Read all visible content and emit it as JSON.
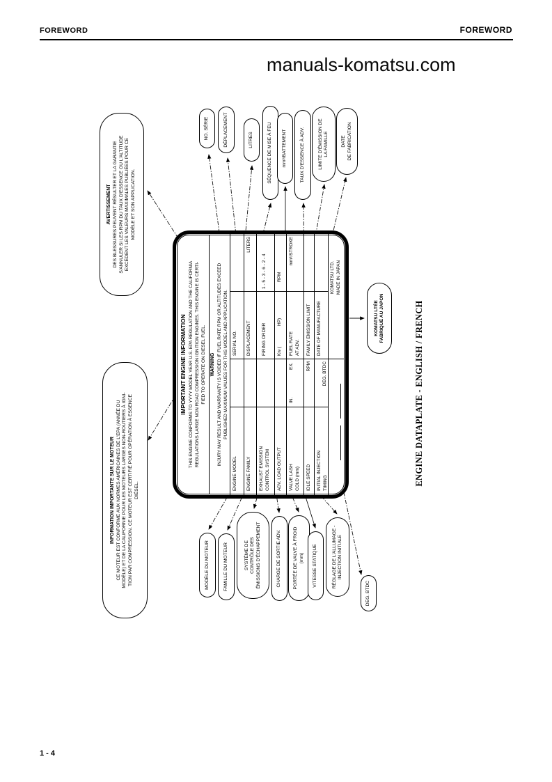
{
  "page": {
    "header_left": "FOREWORD",
    "header_right": "FOREWORD",
    "watermark": "manuals-komatsu.com",
    "page_number": "1 - 4",
    "caption": "ENGINE DATAPLATE - ENGLISH / FRENCH"
  },
  "plate": {
    "title": "IMPORTANT ENGINE INFORMATION",
    "intro": "THIS ENGINE CONFORMS TO YYYY MODEL YEAR U.S. EPA REGULATION AND THE CALIFORNIA\nREGULATIONS LARGE NON ROAD COMPRESSION IGNITION ENGINES. THIS ENGINE IS CERTI-\nFIED TO OPERATE ON DIESEL FUEL.",
    "warning_title": "WARNING",
    "warning": "INJURY MAY RESULT AND WARRANTY IS VOIDED IF FUEL RATE RPM OR ALTITUDES EXCEED\nPUBLISHED MAXIMUM VALUES FOR THIS MODEL AND APPLICATION.",
    "fields": {
      "engine_model": "ENGINE MODEL",
      "serial_no": "SERIAL NO.",
      "engine_family": "ENGINE FAMILY",
      "displacement": "DISPLACEMENT",
      "liters": "LITERS",
      "exhaust": "EXHAUST EMISSION\nCONTROL SYSTEM",
      "firing_order": "FIRING ORDER",
      "firing_order_value": "1 - 5 - 3 - 6 - 2 - 4",
      "adv_load_output": "ADV. LOAD OUTPUT",
      "kw_open": "Kw (",
      "hp_close": "HP)",
      "rpm": "RPM",
      "valve_lash": "VALVE LASH\nCOLD (mm)",
      "in_label": "IN.",
      "ex_label": "EX.",
      "fuel_rate": "FUEL RATE\nAT ADV.",
      "stroke": "mm³/STROKE",
      "idle_speed": "IDLE SPEED",
      "rpm2": "RPM",
      "family_emission_limit": "FAMILY EMISSION LIMIT",
      "initial_injection": "INITIAL INJECTION\nTIMING",
      "deg_btdc": "DEG. BTDC",
      "date_of_manufacture": "DATE OF MANUFACTURE",
      "maker": "KOMATSU LTD.\nMADE IN JAPAN"
    }
  },
  "bubbles": {
    "info": {
      "title": "INFORMATION IMPORTANTE SUR LE MOTEUR",
      "body": "CE MOTEUR EST CONFORME AUX NORMES AMÉRICAINES DE L'EPA (ANNÉE DU\nMODÈLE) ET DE LA CALIFORNIE POUR LES MOTEURS LARGES NON-ROUTIERS À IGNI-\nTION PAR COMPRESSION.  CE MOTEUR EST CERTIFIÉ POUR OPÉRATION À ESSENCE\nDIÉSEL."
    },
    "warning": {
      "title": "AVERTISSEMENT",
      "body": "DES BLESSURES PEUVENT RÉSULTER ET LA GARANTIE\nS'ANNULER SI LES RPM DU TAUX D'ESSENCE OU L'ALTITUDE\nEXCÈDENT LES VALEURS MAXIMALES PUBLIÉES POUR CE\nMODÈLE ET SON APPLICATION.",
      "komatsu": "KOMATSU LTÉE\nFABRIQUÉ AU JAPON"
    }
  },
  "callouts": {
    "right": [
      "NO. SÉRIE",
      "DÉPLACEMENT",
      "LITRES",
      "SÉQUENCE DE MISE À FEU",
      "mm³/BATTEMENT",
      "TAUX D'ESSENCE  À ADV.",
      "LIMITE D'ÉMISSION DE\nLA FAMILLE",
      "DATE\nDE FABRICATION"
    ],
    "left": [
      "MODÈLE DU MOTEUR",
      "FAMILLE DU MOTEUR",
      "SYSTÈME DE\nCONTRÔLE DES\nÉMISSIONS D'ÉCHAPPEMENT",
      "CHARGE DE SORTIE ADV.",
      "PORTÉE DE VALVE À FROID\n(mm)",
      "VITESSE STATIQUE",
      "RÉGLAGE DE L'ALLUMAGE -\nINJECTION INITIALE",
      "DEG. BTDC"
    ]
  }
}
